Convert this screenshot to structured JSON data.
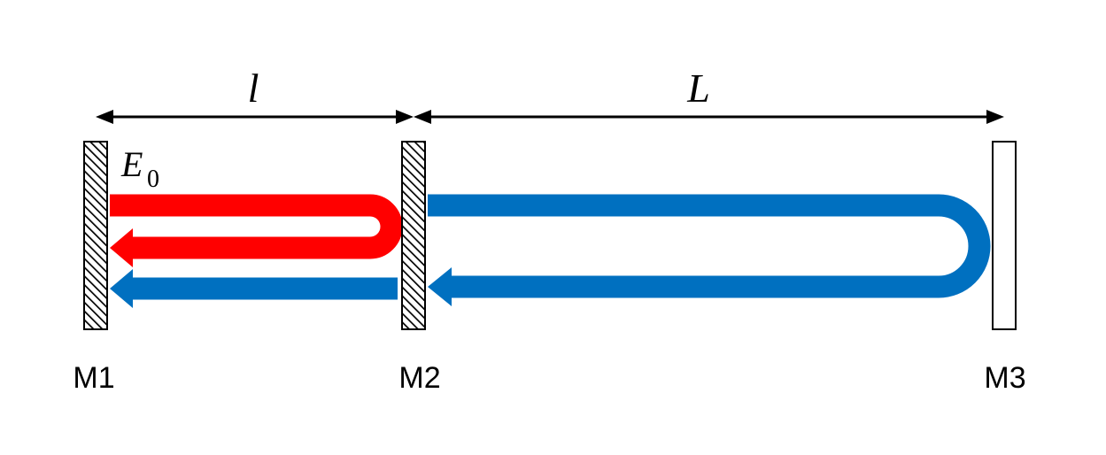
{
  "diagram": {
    "mirrors": [
      {
        "id": "M1",
        "label": "M1",
        "style": "hatched"
      },
      {
        "id": "M2",
        "label": "M2",
        "style": "hatched"
      },
      {
        "id": "M3",
        "label": "M3",
        "style": "plain"
      }
    ],
    "distances": [
      {
        "from": "M1",
        "to": "M2",
        "label": "l"
      },
      {
        "from": "M2",
        "to": "M3",
        "label": "L"
      }
    ],
    "field": {
      "symbol": "E",
      "subscript": "0"
    },
    "colors": {
      "short_cavity_beam": "#ff0000",
      "long_cavity_beam": "#0070c0",
      "line": "#000000"
    }
  }
}
